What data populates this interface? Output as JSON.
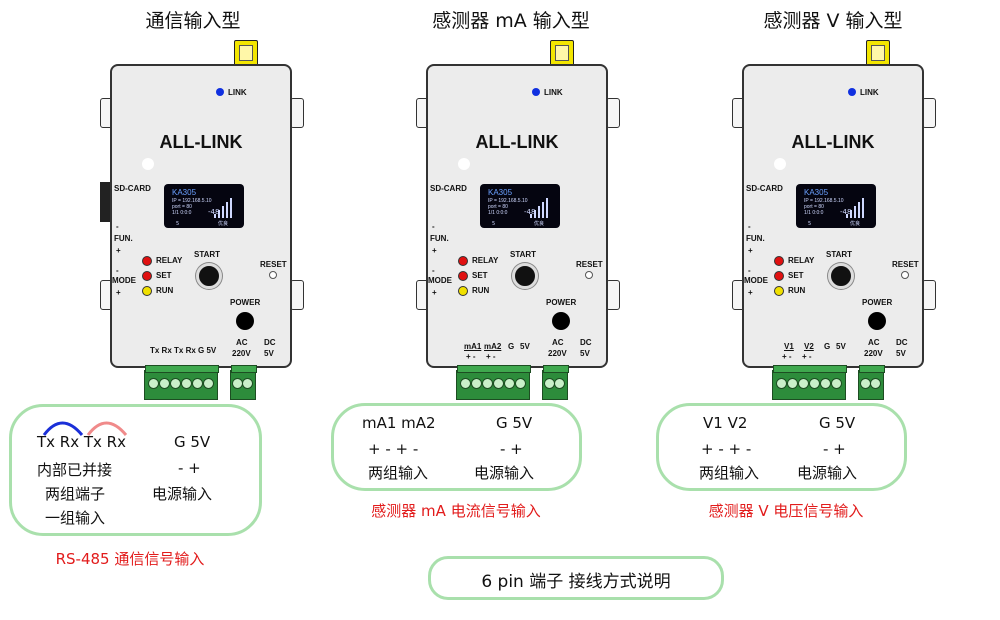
{
  "panels": [
    {
      "title": "通信输入型"
    },
    {
      "title": "感测器 mA 输入型"
    },
    {
      "title": "感测器 V 输入型"
    }
  ],
  "device": {
    "brand": "ALL-LINK",
    "link_label": "LINK",
    "sd_label": "SD-CARD",
    "fun_label": "FUN.",
    "mode_label": "MODE",
    "minus": "-",
    "plus": "+",
    "relay_label": "RELAY",
    "set_label": "SET",
    "run_label": "RUN",
    "start_label": "START",
    "reset_label": "RESET",
    "power_label": "POWER",
    "ac_label": "AC",
    "ac_value": "220V",
    "dc_label": "DC",
    "dc_value": "5V",
    "screen_model": "KA305",
    "screen_ip": "IP = 192.168.5.10",
    "screen_port": "port = 80",
    "screen_time": "1/1 0:0:0",
    "screen_signal": "-48",
    "screen_quality": "优良",
    "screen_page": "5",
    "led_colors": {
      "relay": "#e01010",
      "set": "#e01010",
      "run": "#f0e000",
      "link": "#1030e0"
    }
  },
  "terminal_labels": {
    "comm": "Tx Rx Tx Rx  G  5V",
    "ma": {
      "a": "mA1",
      "b": "mA2",
      "pm": "+ -",
      "g": "G",
      "v": "5V"
    },
    "v": {
      "a": "V1",
      "b": "V2",
      "pm": "+ -",
      "g": "G",
      "v": "5V"
    }
  },
  "box1": {
    "l1a": "Tx Rx  Tx Rx",
    "l1b": "G  5V",
    "l2a": "内部已并接",
    "l2b": "-   +",
    "l3a": "两组端子",
    "l3b": "电源输入",
    "l4a": "一组输入",
    "caption": "RS-485 通信信号输入",
    "arc1_color": "#1a2fd8",
    "arc2_color": "#f08a8a"
  },
  "box2": {
    "l1": "mA1   mA2",
    "l1b": "G  5V",
    "l2": "+ -      + -",
    "l2b": "-    +",
    "l3": "两组输入",
    "l3b": "电源输入",
    "caption": "感测器 mA 电流信号输入"
  },
  "box3": {
    "l1": "V1    V2",
    "l1b": "G  5V",
    "l2": "+ -   + -",
    "l2b": "-    +",
    "l3": "两组输入",
    "l3b": "电源输入",
    "caption": "感测器 V  电压信号输入"
  },
  "footer": {
    "label": "6 pin 端子 接线方式说明"
  },
  "colors": {
    "accent_red": "#e21b1b",
    "box_border": "#a9e0ac",
    "terminal_green": "#2d8c3b"
  }
}
